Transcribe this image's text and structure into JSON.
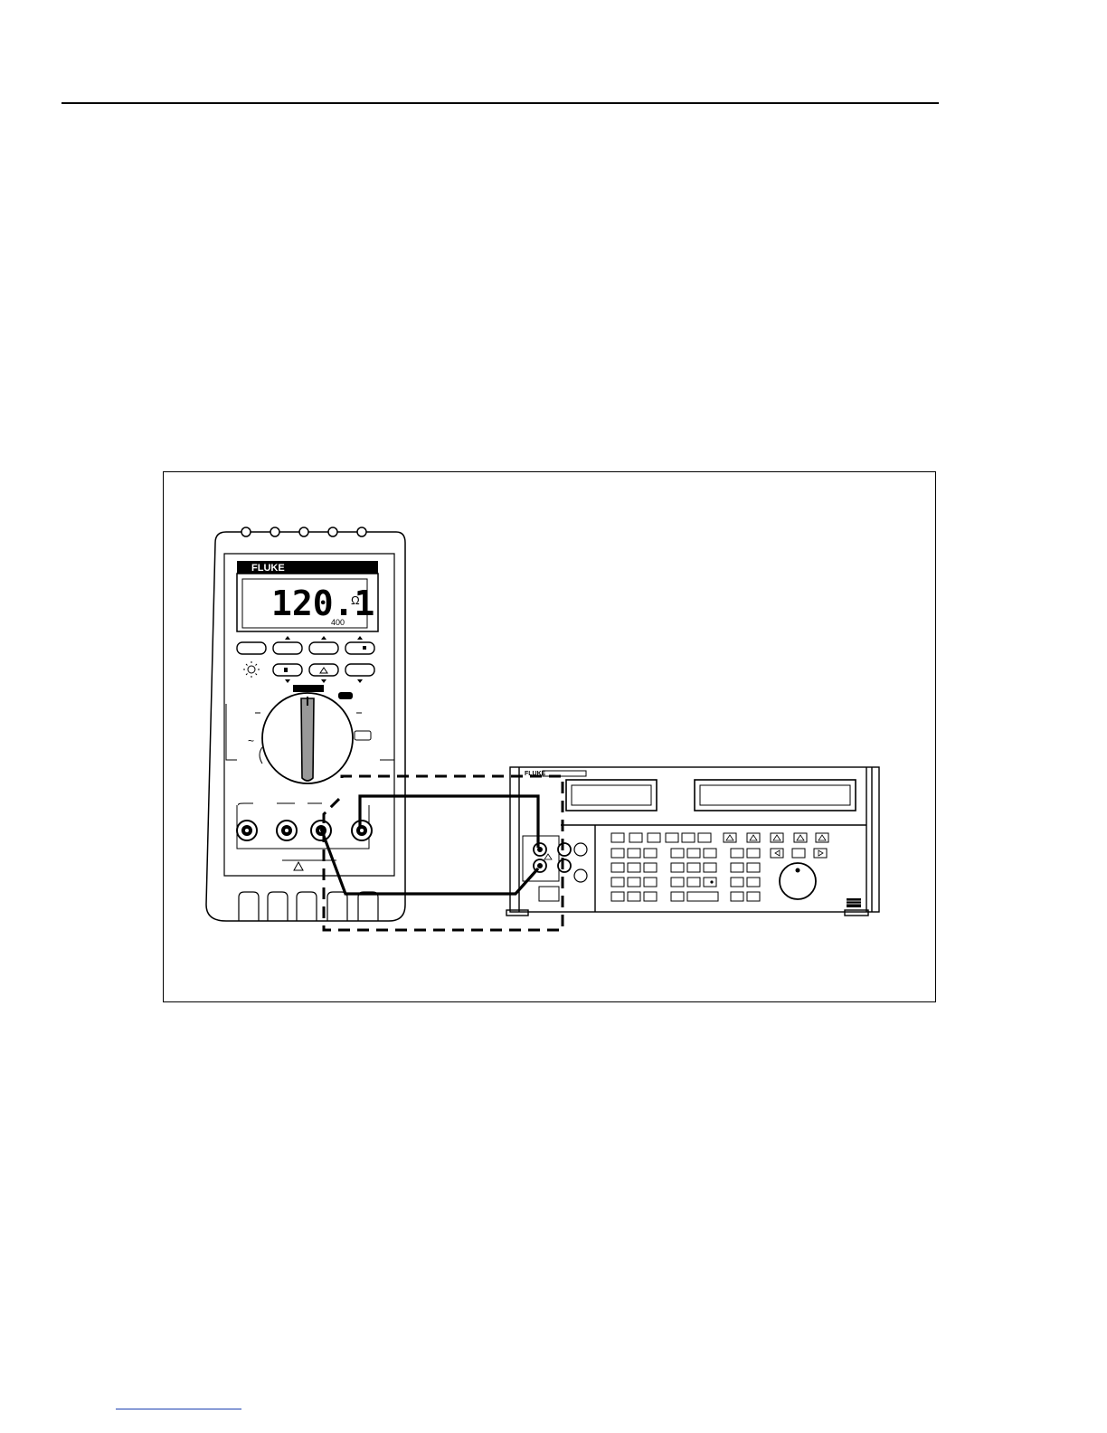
{
  "meter": {
    "brand": "FLUKE",
    "reading": "120.1",
    "unit": "Ω",
    "range": "400"
  },
  "calibrator": {
    "brand": "FLUKE"
  },
  "icons": {
    "backlight": "backlight-icon",
    "warning": "warning-triangle-icon",
    "rotary": "rotary-switch-icon",
    "knob": "rotary-knob-icon"
  }
}
